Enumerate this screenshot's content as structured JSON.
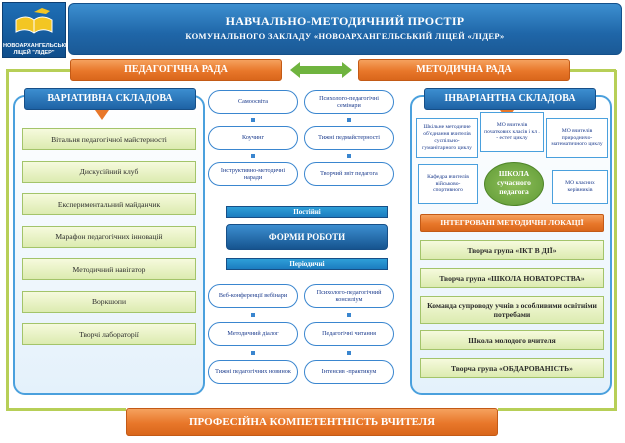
{
  "logo": {
    "line1": "НОВОАРХАНГЕЛЬСЬКИЙ",
    "line2": "ЛІЦЕЙ \"ЛІДЕР\""
  },
  "header": {
    "title": "НАВЧАЛЬНО-МЕТОДИЧНИЙ ПРОСТІР",
    "subtitle": "КОМУНАЛЬНОГО ЗАКЛАДУ «НОВОАРХАНГЕЛЬСЬКИЙ ЛІЦЕЙ «ЛІДЕР»"
  },
  "councils": {
    "left": "ПЕДАГОГІЧНА РАДА",
    "right": "МЕТОДИЧНА РАДА"
  },
  "variative": {
    "title": "ВАРІАТИВНА СКЛАДОВА",
    "items": [
      "Вітальня педагогічної майстерності",
      "Дискусійний клуб",
      "Експериментальний майданчик",
      "Марафон педагогічних інновацій",
      "Методичний навігатор",
      "Воркшопи",
      "Творчі лабораторії"
    ]
  },
  "center": {
    "top_left": [
      "Самоосвіта",
      "Коучинг",
      "Інструктивно-методичні наради"
    ],
    "top_right": [
      "Психолого-педагогічні семінари",
      "Тижні педмайстерності",
      "Творчий звіт педагога"
    ],
    "permanent": "Постійні",
    "forms": "ФОРМИ РОБОТИ",
    "periodic": "Періодичні",
    "bottom_left": [
      "Веб-конференції вебінари",
      "Методичний діалог",
      "Тижні педагогічних новинок"
    ],
    "bottom_right": [
      "Психолого-педагогічний консиліум",
      "Педагогічні читання",
      "Інтенсив -практикум"
    ]
  },
  "invariant": {
    "title": "ІНВАРІАНТНА СКЛАДОВА",
    "mo_boxes": [
      "Шкільне методичне об'єднання вчителів суспільно-гуманітарного циклу",
      "МО вчителів початкових класів і кл . - естет циклу",
      "МО вчителів природничо-математичного циклу"
    ],
    "kafedra": "Кафедра вчителів військово-спортивного",
    "school": {
      "line1": "ШКОЛА",
      "line2": "сучасного",
      "line3": "педагога"
    },
    "mo_leaders": "МО класних керівників",
    "locations_title": "ІНТЕГРОВАНІ МЕТОДИЧНІ ЛОКАЦІЇ",
    "locations": [
      "Творча група «ІКТ В ДІЇ»",
      "Творча група «ШКОЛА НОВАТОРСТВА»",
      "Команда супроводу учнів з особливими освітніми потребами",
      "Школа молодого вчителя",
      "Творча група «ОБДАРОВАНІСТЬ»"
    ]
  },
  "footer": "ПРОФЕСІЙНА КОМПЕТЕНТНІСТЬ ВЧИТЕЛЯ"
}
